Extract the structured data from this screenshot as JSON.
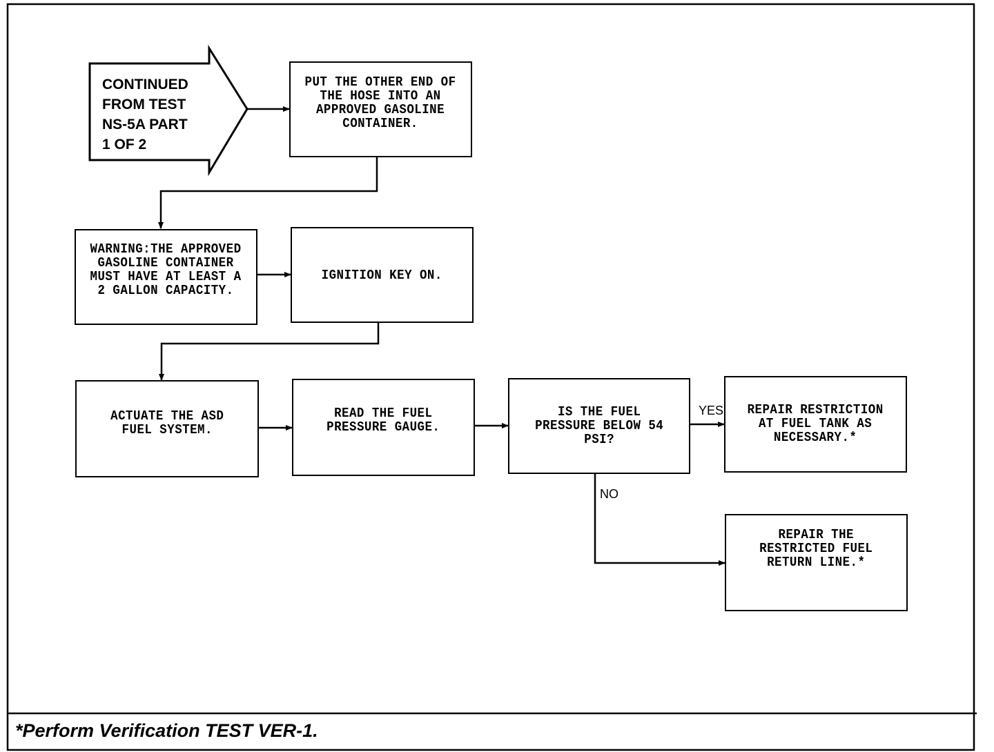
{
  "continued_from": "CONTINUED\nFROM TEST\nNS-5A PART\n1 OF 2",
  "steps": {
    "put_hose": "PUT THE OTHER END OF\nTHE HOSE INTO AN\nAPPROVED GASOLINE\nCONTAINER.",
    "warning": "WARNING:THE APPROVED\nGASOLINE CONTAINER\nMUST HAVE AT LEAST A\n2 GALLON CAPACITY.",
    "ignition": "IGNITION KEY ON.",
    "actuate": "ACTUATE THE ASD\nFUEL SYSTEM.",
    "read_gauge": "READ THE FUEL\nPRESSURE GAUGE.",
    "decision": "IS THE FUEL\nPRESSURE BELOW 54\nPSI?",
    "repair_tank": "REPAIR RESTRICTION\nAT FUEL TANK AS\nNECESSARY.*",
    "repair_return": "REPAIR THE\nRESTRICTED FUEL\nRETURN LINE.*"
  },
  "labels": {
    "yes": "YES",
    "no": "NO"
  },
  "footer": "*Perform Verification TEST VER-1."
}
